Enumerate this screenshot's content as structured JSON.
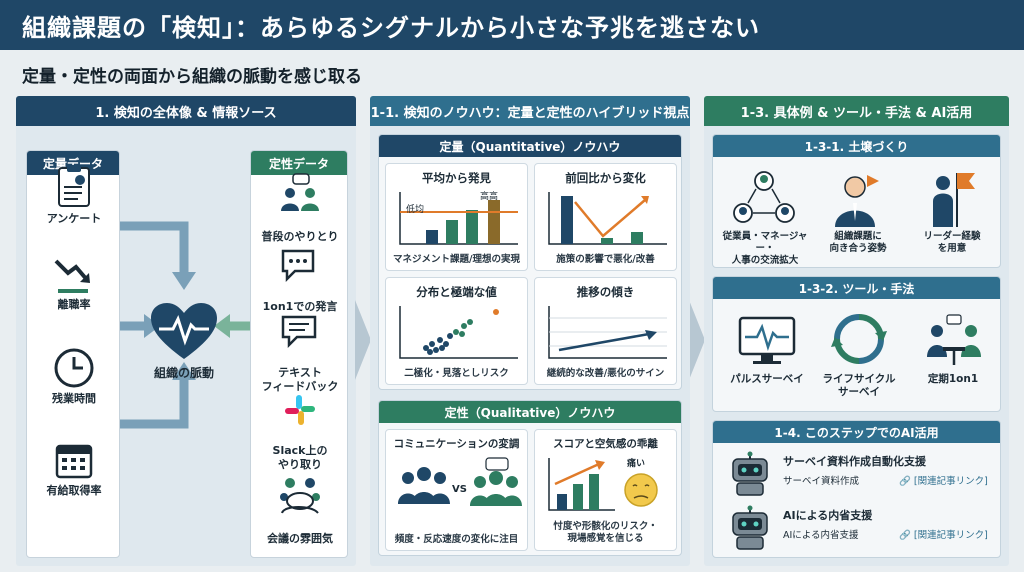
{
  "title": "組織課題の「検知」：あらゆるシグナルから小さな予兆を逃さない",
  "subtitle": "定量・定性の両面から組織の脈動を感じ取る",
  "panel1": {
    "header": "1. 検知の全体像 & 情報ソース",
    "quant_header": "定量データ",
    "quant_items": [
      "アンケート",
      "離職率",
      "残業時間",
      "有給取得率"
    ],
    "center_label": "組織の脈動",
    "qual_header": "定性データ",
    "qual_items": [
      "普段のやりとり",
      "1on1での発言",
      "テキスト\nフィードバック",
      "Slack上の\nやり取り",
      "会議の雰囲気"
    ]
  },
  "panel2": {
    "header": "1-1. 検知のノウハウ：定量と定性のハイブリッド視点",
    "quant_section": "定量（Quantitative）ノウハウ",
    "cards": [
      {
        "title": "平均から発見",
        "caption": "マネジメント課題/理想の実現",
        "low": "低均",
        "high": "高高"
      },
      {
        "title": "前回比から変化",
        "caption": "施策の影響で悪化/改善"
      },
      {
        "title": "分布と極端な値",
        "caption": "二極化・見落としリスク"
      },
      {
        "title": "推移の傾き",
        "caption": "継続的な改善/悪化のサイン"
      }
    ],
    "qual_section": "定性（Qualitative）ノウハウ",
    "qual_cards": [
      {
        "title": "コミュニケーションの変調",
        "caption": "頻度・反応速度の変化に注目",
        "vs": "VS"
      },
      {
        "title": "スコアと空気感の乖離",
        "caption": "忖度や形骸化のリスク・\n現場感覚を信じる",
        "pain": "痛い"
      }
    ]
  },
  "panel3": {
    "header": "1-3. 具体例 & ツール・手法 & AI活用",
    "s1": {
      "header": "1-3-1. 土壌づくり",
      "items": [
        "従業員・マネージャー・\n人事の交流拡大",
        "組織課題に\n向き合う姿勢",
        "リーダー経験\nを用意"
      ]
    },
    "s2": {
      "header": "1-3-2. ツール・手法",
      "items": [
        "パルスサーベイ",
        "ライフサイクル\nサーベイ",
        "定期1on1"
      ]
    },
    "s3": {
      "header": "1-4. このステップでのAI活用",
      "items": [
        {
          "title": "サーベイ資料作成自動化支援",
          "sub": "サーベイ資料作成",
          "link": "[関連記事リンク]"
        },
        {
          "title": "AIによる内省支援",
          "sub": "AIによる内省支援",
          "link": "[関連記事リンク]"
        }
      ]
    }
  },
  "colors": {
    "navy": "#1f4767",
    "teal": "#2f6f8e",
    "green": "#2e7d61",
    "orange": "#e07b2a"
  }
}
